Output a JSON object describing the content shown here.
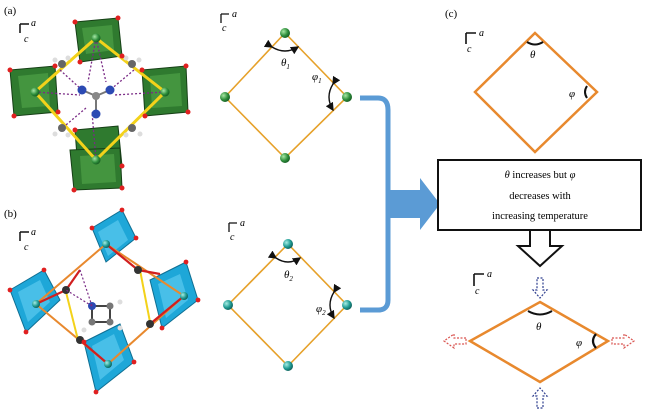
{
  "panels": {
    "a": {
      "label": "(a)",
      "axis_c": "c",
      "axis_a": "a",
      "angle1": "θ",
      "angle1_sub": "1",
      "angle2": "φ",
      "angle2_sub": "1"
    },
    "b": {
      "label": "(b)",
      "axis_c": "c",
      "axis_a": "a",
      "angle1": "θ",
      "angle1_sub": "2",
      "angle2": "φ",
      "angle2_sub": "2"
    },
    "c": {
      "label": "(c)",
      "axis_c": "c",
      "axis_a": "a",
      "theta": "θ",
      "phi": "φ"
    }
  },
  "callout": {
    "line1_theta": "θ",
    "line1_text": " increases but ",
    "line1_phi": "φ",
    "line2": "decreases with",
    "line3": "increasing temperature"
  },
  "colors": {
    "orange_frame": "#e8892e",
    "yellow_bond": "#f3d21a",
    "green_polyhedra": "#2f7a2f",
    "blue_polyhedra": "#1ea7d8",
    "green_atom": "#39a14a",
    "teal_atom": "#1f9b93",
    "arrow_blue": "#5b9bd5",
    "red_arrow": "#d9534f",
    "navy_arrow": "#2f3f8f"
  }
}
